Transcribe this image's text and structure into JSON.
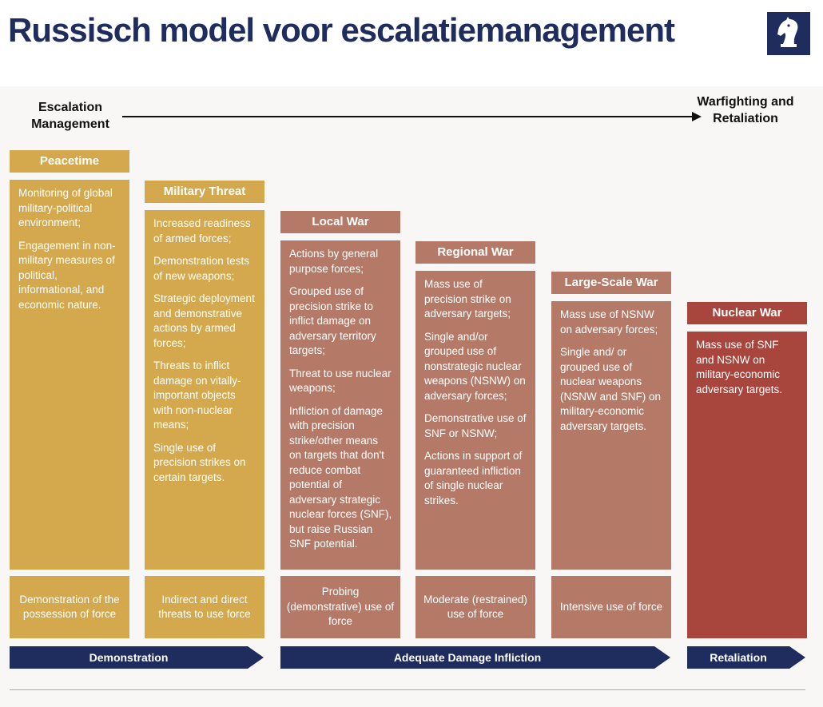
{
  "title": "Russisch model voor escalatiemanagement",
  "axis": {
    "left_label": "Escalation Management",
    "right_label": "Warfighting and Retaliation"
  },
  "logo": {
    "icon": "knight-chess-piece-icon"
  },
  "colors": {
    "navy": "#1f2d5e",
    "gold": "#d4a84c",
    "clay": "#b57a67",
    "red": "#a8463d"
  },
  "stages": [
    {
      "title": "Peacetime",
      "items": [
        "Monitoring of global military-political environment;",
        "Engagement in non-military measures of political, informational, and economic nature."
      ],
      "footer": "Demonstration of the possession of force"
    },
    {
      "title": "Military Threat",
      "items": [
        "Increased readiness of armed forces;",
        "Demonstration tests of new weapons;",
        "Strategic deployment and demonstrative actions by armed forces;",
        "Threats to inflict damage on vitally-important objects with non-nuclear means;",
        "Single use of precision strikes on certain targets."
      ],
      "footer": "Indirect and direct threats to use force"
    },
    {
      "title": "Local War",
      "items": [
        "Actions by general purpose forces;",
        "Grouped use of precision strike to inflict damage on adversary territory targets;",
        "Threat to use nuclear weapons;",
        "Infliction of damage with precision strike/other means on targets that don't reduce combat potential of adversary strategic nuclear forces (SNF), but raise Russian SNF potential."
      ],
      "footer": "Probing (demonstrative) use of force"
    },
    {
      "title": "Regional War",
      "items": [
        "Mass use of precision strike on adversary targets;",
        "Single and/or grouped use of nonstrategic nuclear weapons (NSNW) on adversary forces;",
        "Demonstrative use of SNF or NSNW;",
        "Actions in support of guaranteed infliction of single nuclear strikes."
      ],
      "footer": "Moderate (restrained) use of force"
    },
    {
      "title": "Large-Scale War",
      "items": [
        "Mass use of NSNW on adversary forces;",
        "Single and/ or grouped use of nuclear weapons (NSNW and SNF) on military-economic adversary targets."
      ],
      "footer": "Intensive use of force"
    },
    {
      "title": "Nuclear War",
      "items": [
        "Mass use of SNF and NSNW on military-economic adversary targets."
      ],
      "footer": ""
    }
  ],
  "phases": [
    {
      "label": "Demonstration"
    },
    {
      "label": "Adequate Damage Infliction"
    },
    {
      "label": "Retaliation"
    }
  ]
}
